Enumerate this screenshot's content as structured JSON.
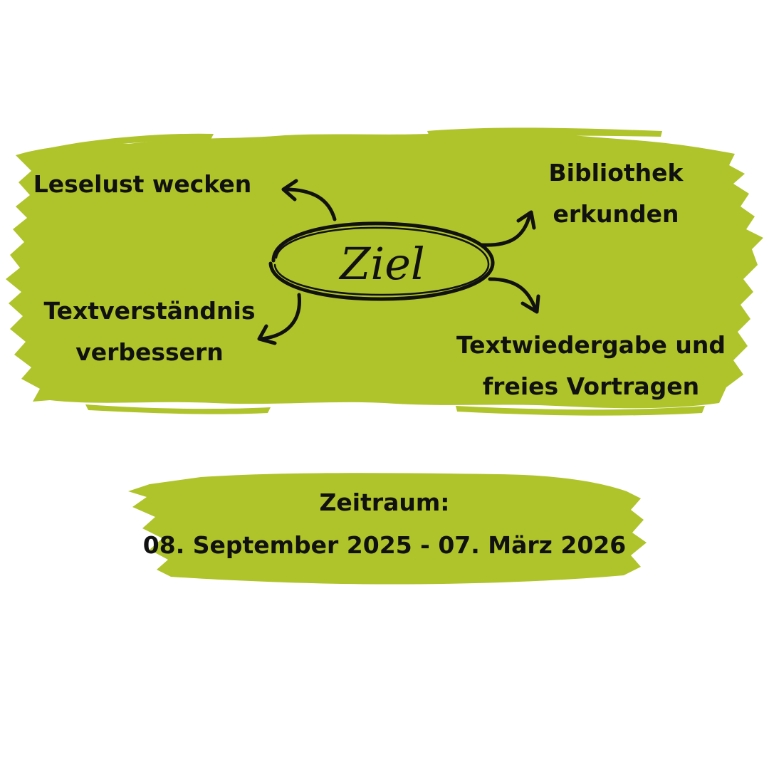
{
  "colors": {
    "brush_green": "#afc42a",
    "ink": "#111111",
    "background": "#ffffff"
  },
  "center": {
    "label": "Ziel"
  },
  "goals": [
    {
      "lines": [
        "Leselust wecken"
      ]
    },
    {
      "lines": [
        "Bibliothek",
        "erkunden"
      ]
    },
    {
      "lines": [
        "Textverständnis",
        "verbessern"
      ]
    },
    {
      "lines": [
        "Textwiedergabe und",
        "freies Vortragen"
      ]
    }
  ],
  "period": {
    "heading": "Zeitraum:",
    "range": "08. September 2025 - 07. März 2026"
  }
}
